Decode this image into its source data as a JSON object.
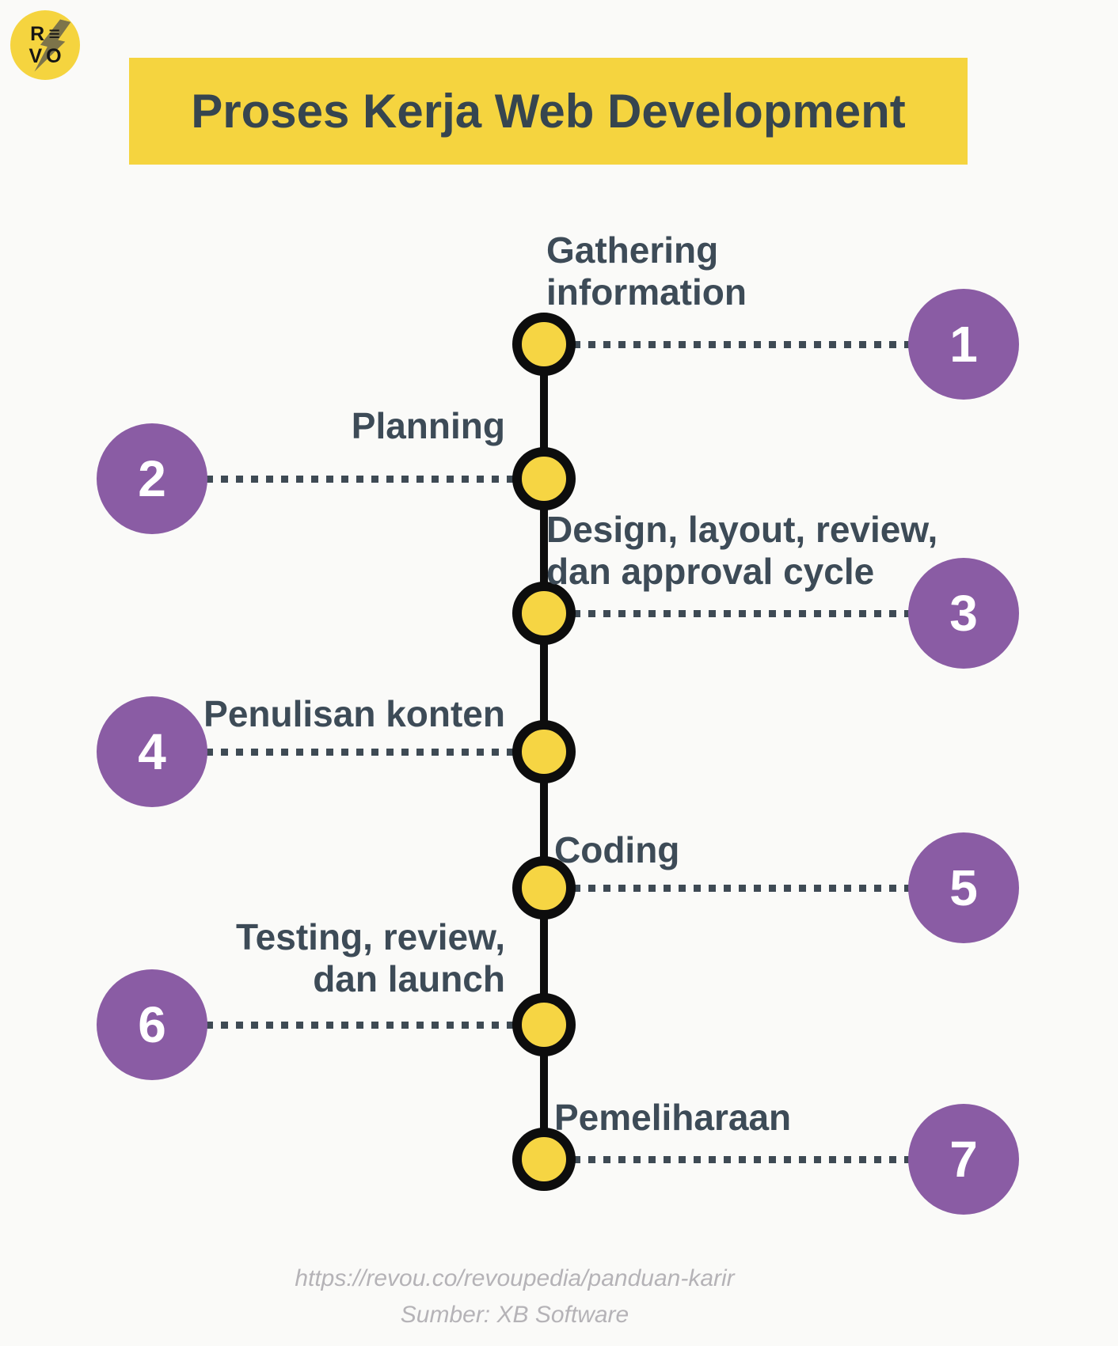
{
  "logo": {
    "line1": "R≡",
    "line2": "VO"
  },
  "title": "Proses Kerja Web Development",
  "steps": [
    {
      "number": "1",
      "side": "right",
      "label": "Gathering\ninformation"
    },
    {
      "number": "2",
      "side": "left",
      "label": "Planning"
    },
    {
      "number": "3",
      "side": "right",
      "label": "Design, layout, review,\ndan approval cycle"
    },
    {
      "number": "4",
      "side": "left",
      "label": "Penulisan konten"
    },
    {
      "number": "5",
      "side": "right",
      "label": "Coding"
    },
    {
      "number": "6",
      "side": "left",
      "label": "Testing, review,\ndan launch"
    },
    {
      "number": "7",
      "side": "right",
      "label": "Pemeliharaan"
    }
  ],
  "footer": {
    "url": "https://revou.co/revoupedia/panduan-karir",
    "source": "Sumber: XB Software"
  },
  "colors": {
    "background": "#FAFAF8",
    "banner_yellow": "#F5D43F",
    "node_yellow": "#F6D543",
    "timeline_black": "#0D0D0D",
    "step_purple": "#8A5CA4",
    "text_slate": "#3D4B57",
    "dotted_line": "#3E4A54",
    "footer_gray": "#B5B3B7",
    "number_white": "#FFFFFF"
  }
}
